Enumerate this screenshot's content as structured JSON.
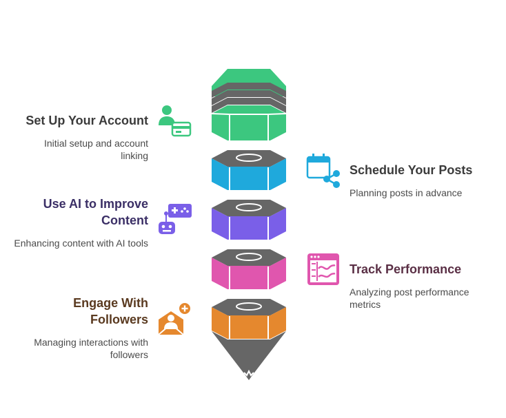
{
  "colors": {
    "step1": "#3cc77f",
    "step2": "#1fa9dc",
    "step3": "#7a5fe8",
    "step4": "#e056ae",
    "step5": "#e5882e",
    "dark": "#666666",
    "title_step1": "#3b3b3b",
    "title_step2": "#3b3b3b",
    "title_step3": "#3b2f66",
    "title_step4": "#5a2f45",
    "title_step5": "#5a3a20"
  },
  "steps": [
    {
      "title": "Set Up Your Account",
      "description": "Initial setup and account linking",
      "icon": "user-card-icon"
    },
    {
      "title": "Schedule Your Posts",
      "description": "Planning posts in advance",
      "icon": "calendar-share-icon"
    },
    {
      "title": "Use AI to Improve Content",
      "description": "Enhancing content with AI tools",
      "icon": "robot-controller-icon"
    },
    {
      "title": "Track Performance",
      "description": "Analyzing post performance metrics",
      "icon": "analytics-chart-icon"
    },
    {
      "title": "Engage With Followers",
      "description": "Managing interactions with followers",
      "icon": "followers-inbox-icon"
    }
  ]
}
